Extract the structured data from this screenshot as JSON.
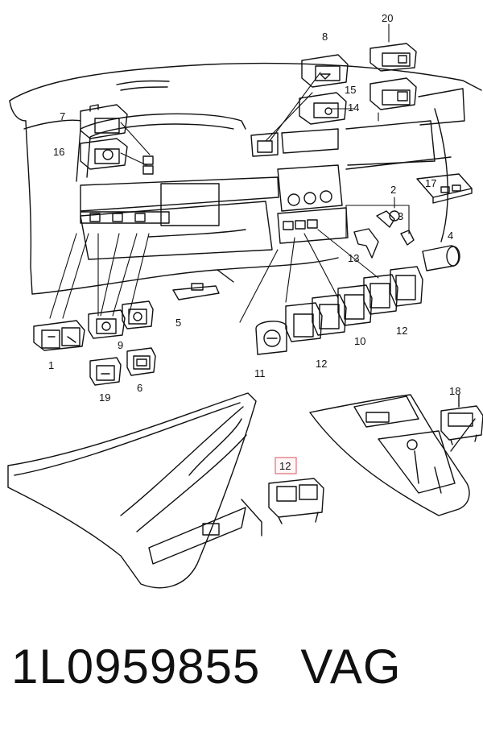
{
  "callouts": {
    "c1": "1",
    "c2": "2",
    "c3": "3",
    "c4": "4",
    "c5": "5",
    "c6": "6",
    "c7": "7",
    "c8": "8",
    "c9": "9",
    "c10": "10",
    "c11": "11",
    "c12a": "12",
    "c12b": "12",
    "c12c": "12",
    "c13": "13",
    "c14": "14",
    "c15": "15",
    "c16": "16",
    "c17": "17",
    "c18": "18",
    "c19": "19",
    "c20": "20"
  },
  "footer": {
    "part_number": "1L0959855",
    "brand": "VAG"
  },
  "colors": {
    "line": "#111111",
    "highlight_box": "#e0707a"
  }
}
